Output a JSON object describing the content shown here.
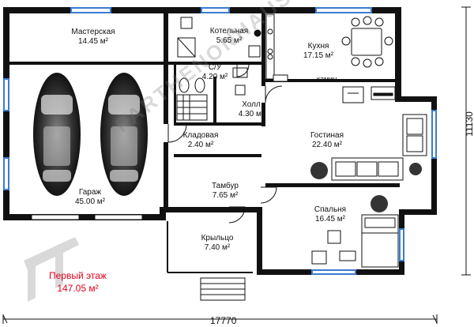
{
  "rooms": [
    {
      "key": "masterskaya",
      "name": "Мастерская",
      "area": "14.45 м²"
    },
    {
      "key": "kotelnaya",
      "name": "Котельная",
      "area": "5.65 м²"
    },
    {
      "key": "kuhnya",
      "name": "Кухня",
      "area": "17.15 м²"
    },
    {
      "key": "su",
      "name": "С/У",
      "area": "4.20 м²"
    },
    {
      "key": "holl",
      "name": "Холл",
      "area": "4.30 м²"
    },
    {
      "key": "kladovaya",
      "name": "Кладовая",
      "area": "2.40 м²"
    },
    {
      "key": "gostinaya",
      "name": "Гостиная",
      "area": "22.40 м²"
    },
    {
      "key": "tambur",
      "name": "Тамбур",
      "area": "7.65 м²"
    },
    {
      "key": "garazh",
      "name": "Гараж",
      "area": "45.00 м²"
    },
    {
      "key": "spalnya",
      "name": "Спальня",
      "area": "16.45 м²"
    },
    {
      "key": "kryltso",
      "name": "Крыльцо",
      "area": "7.40 м²"
    }
  ],
  "fixtures": {
    "fireplace": "камин"
  },
  "floor": {
    "title": "Первый этаж",
    "total_area": "147.05 м²"
  },
  "dimensions": {
    "width": "17770",
    "height": "11130"
  },
  "watermark": "PARTHENONHAUS.RU",
  "colors": {
    "wall": "#111111",
    "window": "#3a7bd5",
    "total_text": "#e3001b"
  }
}
